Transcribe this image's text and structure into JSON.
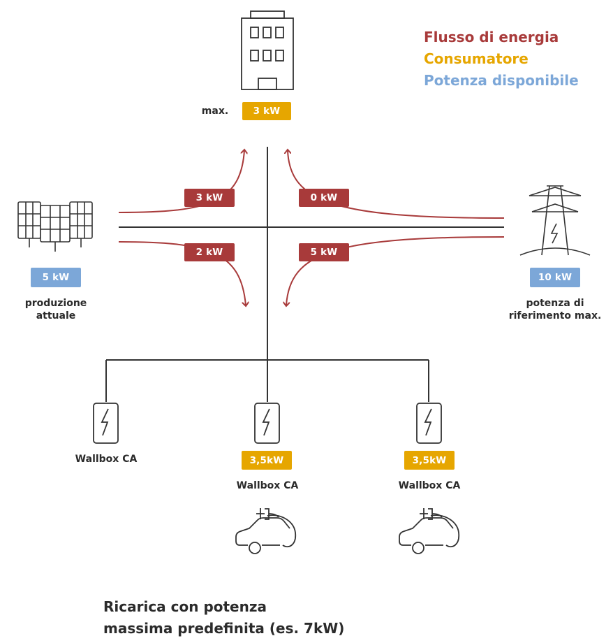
{
  "legend": {
    "flow": "Flusso di energia",
    "consumer": "Consumatore",
    "available": "Potenza disponibile"
  },
  "colors": {
    "flow": "#a83a3a",
    "consumer": "#e6a600",
    "available": "#7ca7d8",
    "line": "#333333"
  },
  "building": {
    "max_prefix": "max.",
    "max_value": "3 kW"
  },
  "solar": {
    "value": "5 kW",
    "label_line1": "produzione",
    "label_line2": "attuale"
  },
  "grid": {
    "value": "10 kW",
    "label_line1": "potenza di",
    "label_line2": "riferimento max."
  },
  "flows": {
    "solar_to_building": "3 kW",
    "grid_to_building": "0 kW",
    "solar_to_chargers": "2 kW",
    "grid_to_chargers": "5 kW"
  },
  "wallboxes": [
    {
      "label": "Wallbox CA",
      "power": "",
      "car": false
    },
    {
      "label": "Wallbox CA",
      "power": "3,5kW",
      "car": true
    },
    {
      "label": "Wallbox CA",
      "power": "3,5kW",
      "car": true
    }
  ],
  "caption": {
    "line1": "Ricarica con potenza",
    "line2": "massima predefinita (es. 7kW)"
  }
}
